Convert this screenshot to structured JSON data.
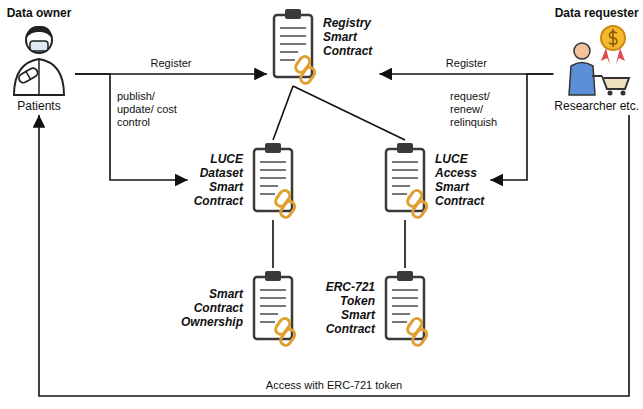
{
  "diagram": {
    "nodes": [
      {
        "text": [
          "Data owner",
          "Patients"
        ]
      },
      {
        "text": [
          "Data requester",
          "Researcher etc."
        ]
      },
      {
        "text": [
          "Registry Smart Contract"
        ]
      },
      {
        "text": [
          "LUCE Dataset Smart Contract"
        ]
      },
      {
        "text": [
          "LUCE Access Smart Contract"
        ]
      },
      {
        "text": [
          "Smart Contract Ownership"
        ]
      },
      {
        "text": [
          "ERC-721 Token Smart Contract"
        ]
      }
    ],
    "edges": [
      {
        "from": 0,
        "to": 2,
        "arrow": "to",
        "label": "Register"
      },
      {
        "from": 1,
        "to": 2,
        "arrow": "to",
        "label": "Register"
      },
      {
        "from": 0,
        "to": 3,
        "arrow": "to",
        "label": "publish/ update/ cost control"
      },
      {
        "from": 1,
        "to": 4,
        "arrow": "to",
        "label": "request/ renew/ relinquish"
      },
      {
        "from": 2,
        "to": 3,
        "arrow": "none"
      },
      {
        "from": 2,
        "to": 4,
        "arrow": "none"
      },
      {
        "from": 3,
        "to": 5,
        "arrow": "none"
      },
      {
        "from": 4,
        "to": 6,
        "arrow": "none"
      },
      {
        "from": 1,
        "to": 0,
        "arrow": "to",
        "label": "Access with ERC-721 token"
      }
    ]
  }
}
